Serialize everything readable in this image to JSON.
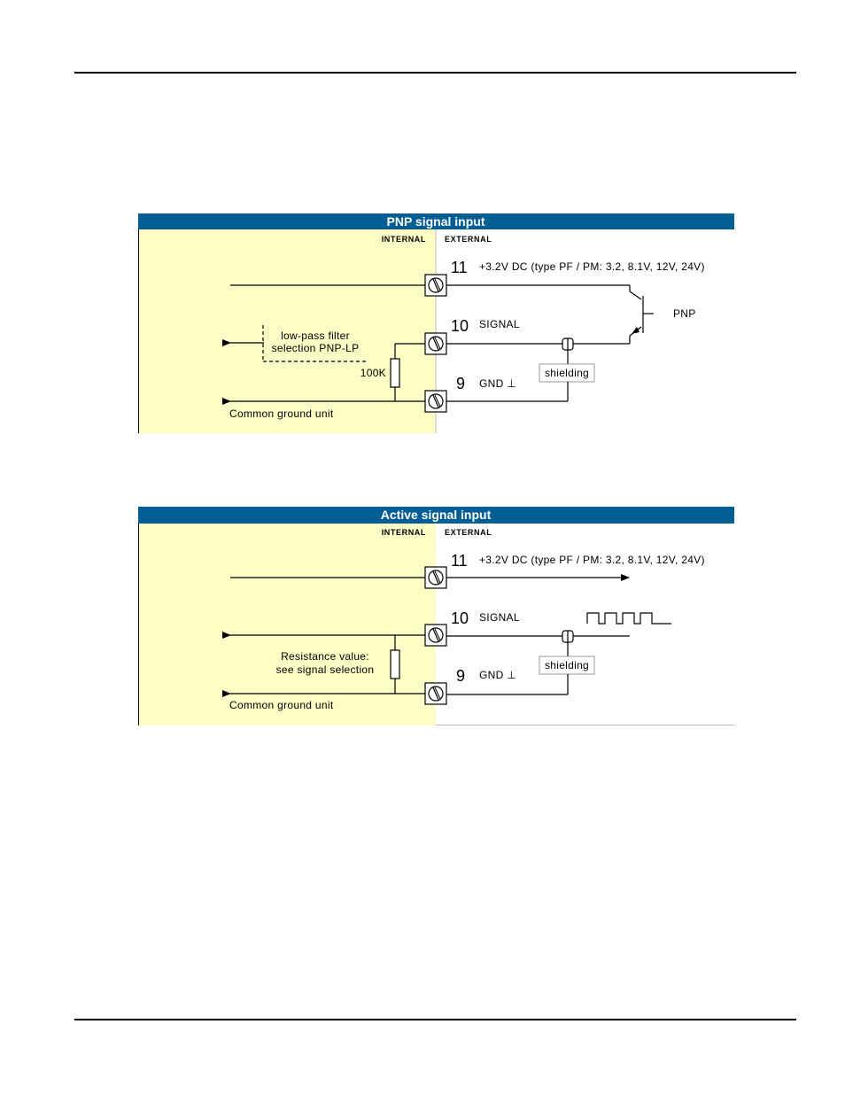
{
  "diagrams": [
    {
      "title": "PNP signal input",
      "internal_label": "INTERNAL",
      "external_label": "EXTERNAL",
      "terminals": [
        {
          "number": "11",
          "label": "+3.2V DC (type PF / PM: 3.2, 8.1V, 12V, 24V)"
        },
        {
          "number": "10",
          "label": "SIGNAL"
        },
        {
          "number": "9",
          "label": "GND ⊥"
        }
      ],
      "transistor_label": "PNP",
      "filter_label_line1": "low-pass filter",
      "filter_label_line2": "selection PNP-LP",
      "resistor_label": "100K",
      "shielding_label": "shielding",
      "ground_label": "Common ground unit"
    },
    {
      "title": "Active signal input",
      "internal_label": "INTERNAL",
      "external_label": "EXTERNAL",
      "terminals": [
        {
          "number": "11",
          "label": "+3.2V DC (type PF / PM: 3.2, 8.1V, 12V, 24V)"
        },
        {
          "number": "10",
          "label": "SIGNAL"
        },
        {
          "number": "9",
          "label": "GND ⊥"
        }
      ],
      "resistance_label_line1": "Resistance value:",
      "resistance_label_line2": "see signal selection",
      "shielding_label": "shielding",
      "ground_label": "Common ground unit"
    }
  ],
  "colors": {
    "header": "#005e95",
    "internal_bg": "#fdfdc6"
  }
}
